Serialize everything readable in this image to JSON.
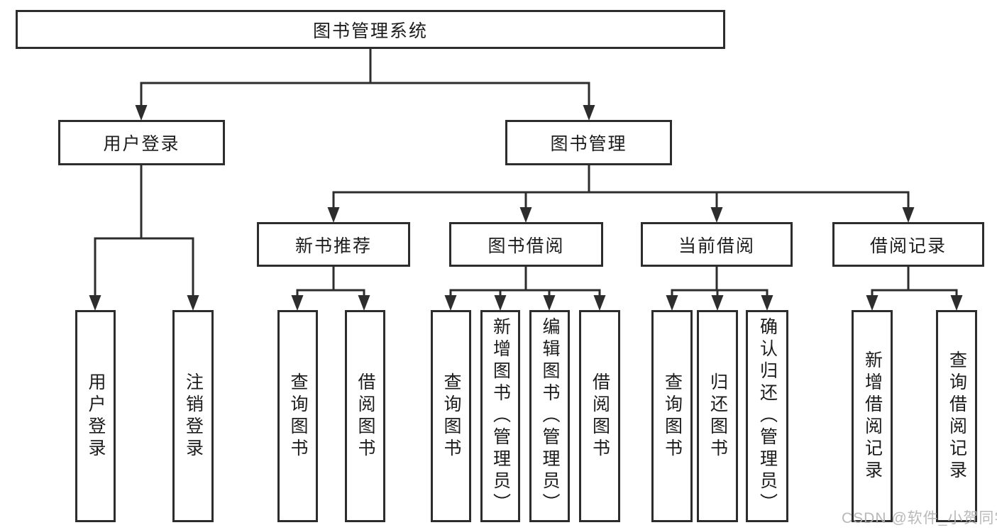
{
  "tree": {
    "root": {
      "label": "图书管理系统"
    },
    "children": [
      {
        "label": "用户登录",
        "children": [
          {
            "label": "用户登录"
          },
          {
            "label": "注销登录"
          }
        ]
      },
      {
        "label": "图书管理",
        "children": [
          {
            "label": "新书推荐",
            "children": [
              {
                "label": "查询图书"
              },
              {
                "label": "借阅图书"
              }
            ]
          },
          {
            "label": "图书借阅",
            "children": [
              {
                "label": "查询图书"
              },
              {
                "label": "新增图书（管理员）"
              },
              {
                "label": "编辑图书（管理员）"
              },
              {
                "label": "借阅图书"
              }
            ]
          },
          {
            "label": "当前借阅",
            "children": [
              {
                "label": "查询图书"
              },
              {
                "label": "归还图书"
              },
              {
                "label": "确认归还（管理员）"
              }
            ]
          },
          {
            "label": "借阅记录",
            "children": [
              {
                "label": "新增借阅记录"
              },
              {
                "label": "查询借阅记录"
              }
            ]
          }
        ]
      }
    ]
  },
  "watermark": "CSDN @软件_小贺同学",
  "colors": {
    "line": "#2d2d2d",
    "text": "#1c1c1c",
    "watermark": "#b3b3b3",
    "background": "#ffffff"
  }
}
